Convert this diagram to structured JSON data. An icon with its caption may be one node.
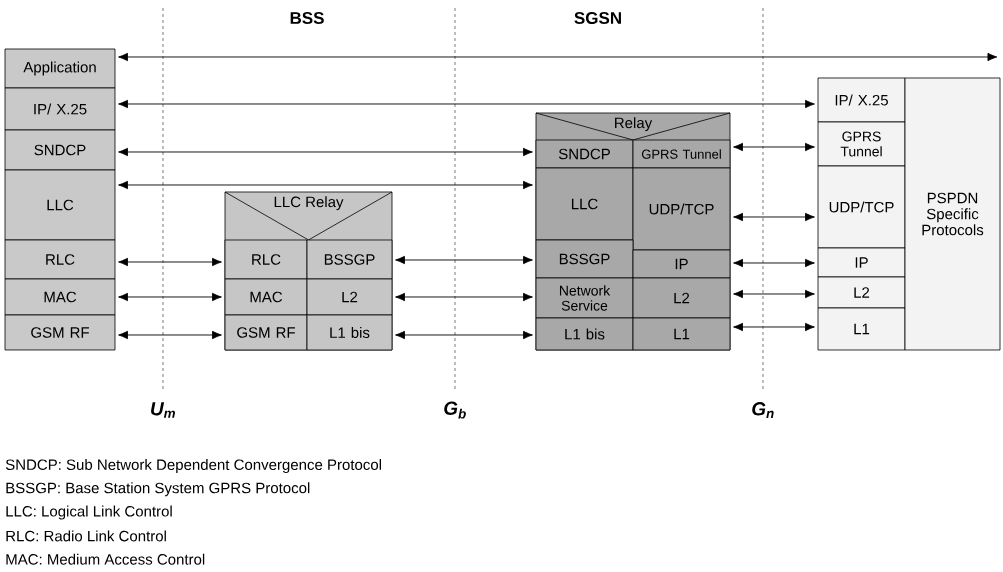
{
  "diagram": {
    "nodes": [
      {
        "text": [
          "Application"
        ]
      },
      {
        "text": [
          "IP/ X.25"
        ]
      },
      {
        "text": [
          "SNDCP"
        ]
      },
      {
        "text": [
          "LLC"
        ]
      },
      {
        "text": [
          "RLC"
        ]
      },
      {
        "text": [
          "MAC"
        ]
      },
      {
        "text": [
          "GSM RF"
        ]
      },
      {
        "text": [
          "LLC Relay"
        ]
      },
      {
        "text": [
          "RLC"
        ],
        "in": 7
      },
      {
        "text": [
          "BSSGP"
        ],
        "in": 7
      },
      {
        "text": [
          "MAC"
        ],
        "in": 7
      },
      {
        "text": [
          "L2"
        ],
        "in": 7
      },
      {
        "text": [
          "GSM RF"
        ],
        "in": 7
      },
      {
        "text": [
          "L1 bis"
        ],
        "in": 7
      },
      {
        "text": [
          "Relay"
        ]
      },
      {
        "text": [
          "SNDCP"
        ],
        "in": 14
      },
      {
        "text": [
          "GPRS Tunnel"
        ],
        "in": 14
      },
      {
        "text": [
          "LLC"
        ],
        "in": 14
      },
      {
        "text": [
          "UDP/TCP"
        ],
        "in": 14
      },
      {
        "text": [
          "BSSGP"
        ],
        "in": 14
      },
      {
        "text": [
          "IP"
        ],
        "in": 14
      },
      {
        "text": [
          "Network Service"
        ],
        "in": 14
      },
      {
        "text": [
          "L2"
        ],
        "in": 14
      },
      {
        "text": [
          "L1 bis"
        ],
        "in": 14
      },
      {
        "text": [
          "L1"
        ],
        "in": 14
      },
      {
        "text": [
          "IP/ X.25"
        ]
      },
      {
        "text": [
          "GPRS Tunnel"
        ]
      },
      {
        "text": [
          "UDP/TCP"
        ]
      },
      {
        "text": [
          "IP"
        ]
      },
      {
        "text": [
          "L2"
        ]
      },
      {
        "text": [
          "L1"
        ]
      },
      {
        "text": [
          "PSPDN Specific Protocols"
        ]
      }
    ],
    "edges": [
      {
        "from": 0,
        "to": null,
        "arrow": "both"
      },
      {
        "from": 1,
        "to": 25,
        "arrow": "both"
      },
      {
        "from": 2,
        "to": 15,
        "arrow": "both"
      },
      {
        "from": 3,
        "to": 17,
        "arrow": "both"
      },
      {
        "from": 4,
        "to": 8,
        "arrow": "both"
      },
      {
        "from": 5,
        "to": 10,
        "arrow": "both"
      },
      {
        "from": 6,
        "to": 12,
        "arrow": "both"
      },
      {
        "from": 9,
        "to": 19,
        "arrow": "both"
      },
      {
        "from": 11,
        "to": 21,
        "arrow": "both"
      },
      {
        "from": 13,
        "to": 23,
        "arrow": "both"
      },
      {
        "from": 16,
        "to": 26,
        "arrow": "both"
      },
      {
        "from": 18,
        "to": 27,
        "arrow": "both"
      },
      {
        "from": 20,
        "to": 28,
        "arrow": "both"
      },
      {
        "from": 22,
        "to": 29,
        "arrow": "both"
      },
      {
        "from": 24,
        "to": 30,
        "arrow": "both"
      }
    ],
    "labels": [
      "BSS",
      "SGSN",
      "U$_{m}$",
      "G$_{b}$",
      "G$_{n}$",
      "SNDCP: Sub Network Dependent Convergence Protocol",
      "BSSGP: Base Station System GPRS Protocol",
      "LLC: Logical Link Control",
      "RLC: Radio Link Control",
      "MAC: Medium Access Control"
    ]
  }
}
